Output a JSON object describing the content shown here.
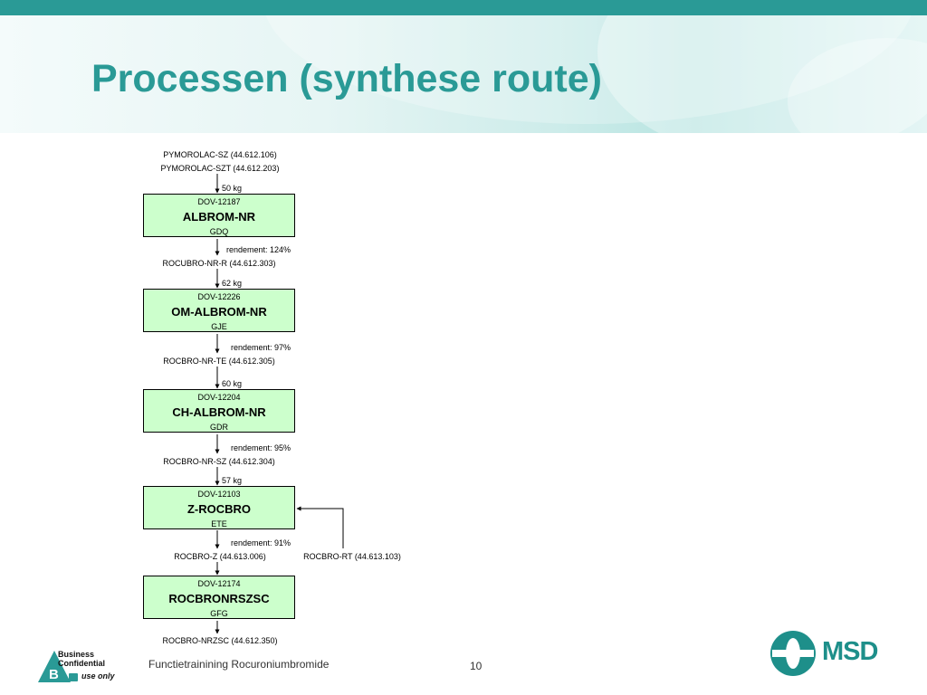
{
  "slide": {
    "title": "Processen (synthese route)",
    "footer": "Functietrainining Rocuroniumbromide",
    "page_number": "10"
  },
  "colors": {
    "teal": "#2a9a96",
    "box_fill": "#ccffcc"
  },
  "icons": {
    "bc_logo": "b-triangle-logo",
    "msd_logo": "msd-logo"
  },
  "logos": {
    "bc": {
      "line1": "Business",
      "line2": "Confidential",
      "line3": "use only",
      "letter": "B"
    },
    "msd": {
      "text": "MSD"
    }
  },
  "diagram": {
    "start_materials": [
      "PYMOROLAC-SZ (44.612.106)",
      "PYMOROLAC-SZT (44.612.203)"
    ],
    "steps": [
      {
        "code": "DOV-12187",
        "name": "ALBROM-NR",
        "site": "GDQ",
        "input_qty": "50 kg",
        "yield": "rendement: 124%",
        "output": "ROCUBRO-NR-R (44.612.303)"
      },
      {
        "code": "DOV-12226",
        "name": "OM-ALBROM-NR",
        "site": "GJE",
        "input_qty": "62 kg",
        "yield": "rendement: 97%",
        "output": "ROCBRO-NR-TE (44.612.305)"
      },
      {
        "code": "DOV-12204",
        "name": "CH-ALBROM-NR",
        "site": "GDR",
        "input_qty": "60 kg",
        "yield": "rendement: 95%",
        "output": "ROCBRO-NR-SZ (44.612.304)"
      },
      {
        "code": "DOV-12103",
        "name": "Z-ROCBRO",
        "site": "ETE",
        "input_qty": "57 kg",
        "yield": "rendement: 91%",
        "output": "ROCBRO-Z (44.613.006)",
        "recycle": "ROCBRO-RT (44.613.103)"
      },
      {
        "code": "DOV-12174",
        "name": "ROCBRONRSZSC",
        "site": "GFG",
        "output": "ROCBRO-NRZSC (44.612.350)"
      }
    ]
  }
}
